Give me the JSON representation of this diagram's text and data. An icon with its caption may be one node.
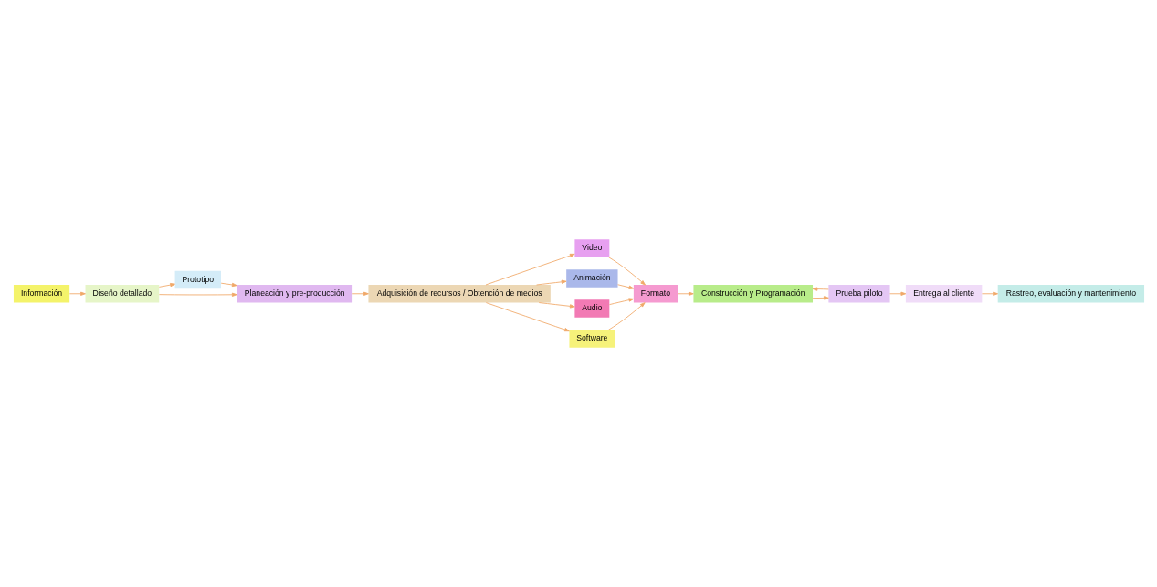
{
  "diagram": {
    "nodes": [
      {
        "text": [
          "Información"
        ]
      },
      {
        "text": [
          "Diseño detallado"
        ]
      },
      {
        "text": [
          "Prototipo"
        ]
      },
      {
        "text": [
          "Planeación y pre-producción"
        ]
      },
      {
        "text": [
          "Adquisición de recursos / Obtención de medios"
        ]
      },
      {
        "text": [
          "Video"
        ]
      },
      {
        "text": [
          "Animación"
        ]
      },
      {
        "text": [
          "Audio"
        ]
      },
      {
        "text": [
          "Software"
        ]
      },
      {
        "text": [
          "Formato"
        ]
      },
      {
        "text": [
          "Construcción y Programación"
        ]
      },
      {
        "text": [
          "Prueba piloto"
        ]
      },
      {
        "text": [
          "Entrega al cliente"
        ]
      },
      {
        "text": [
          "Rastreo, evaluación y mantenimiento"
        ]
      }
    ],
    "edges": [
      {
        "from": 0,
        "to": 1,
        "arrow": "to"
      },
      {
        "from": 1,
        "to": 2,
        "arrow": "to"
      },
      {
        "from": 1,
        "to": 3,
        "arrow": "to"
      },
      {
        "from": 2,
        "to": 3,
        "arrow": "to"
      },
      {
        "from": 3,
        "to": 4,
        "arrow": "to"
      },
      {
        "from": 4,
        "to": 5,
        "arrow": "to"
      },
      {
        "from": 4,
        "to": 6,
        "arrow": "to"
      },
      {
        "from": 4,
        "to": 7,
        "arrow": "to"
      },
      {
        "from": 4,
        "to": 8,
        "arrow": "to"
      },
      {
        "from": 5,
        "to": 9,
        "arrow": "to"
      },
      {
        "from": 6,
        "to": 9,
        "arrow": "to"
      },
      {
        "from": 7,
        "to": 9,
        "arrow": "to"
      },
      {
        "from": 8,
        "to": 9,
        "arrow": "to"
      },
      {
        "from": 9,
        "to": 10,
        "arrow": "to"
      },
      {
        "from": 10,
        "to": 11,
        "arrow": "to"
      },
      {
        "from": 11,
        "to": 10,
        "arrow": "to"
      },
      {
        "from": 11,
        "to": 12,
        "arrow": "to"
      },
      {
        "from": 12,
        "to": 13,
        "arrow": "to"
      }
    ]
  }
}
